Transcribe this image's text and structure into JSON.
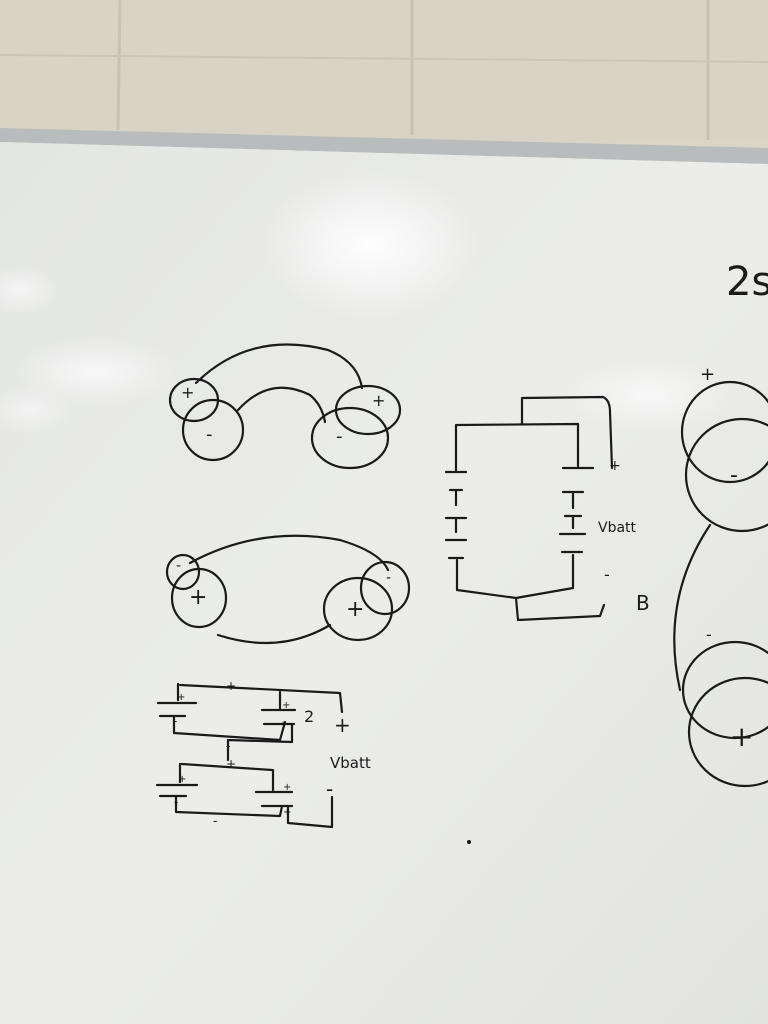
{
  "colors": {
    "wall": "#d9d4c6",
    "board": "#e8e9e7",
    "ink": "#1a1a1a",
    "tray": "#b9bcbc"
  },
  "labels": {
    "top_right_fragment": "2s",
    "vbatt_right": "Vbatt",
    "b_label": "B",
    "vbatt_left": "Vbatt",
    "two_mark": "2",
    "plus": "+",
    "minus": "-"
  }
}
